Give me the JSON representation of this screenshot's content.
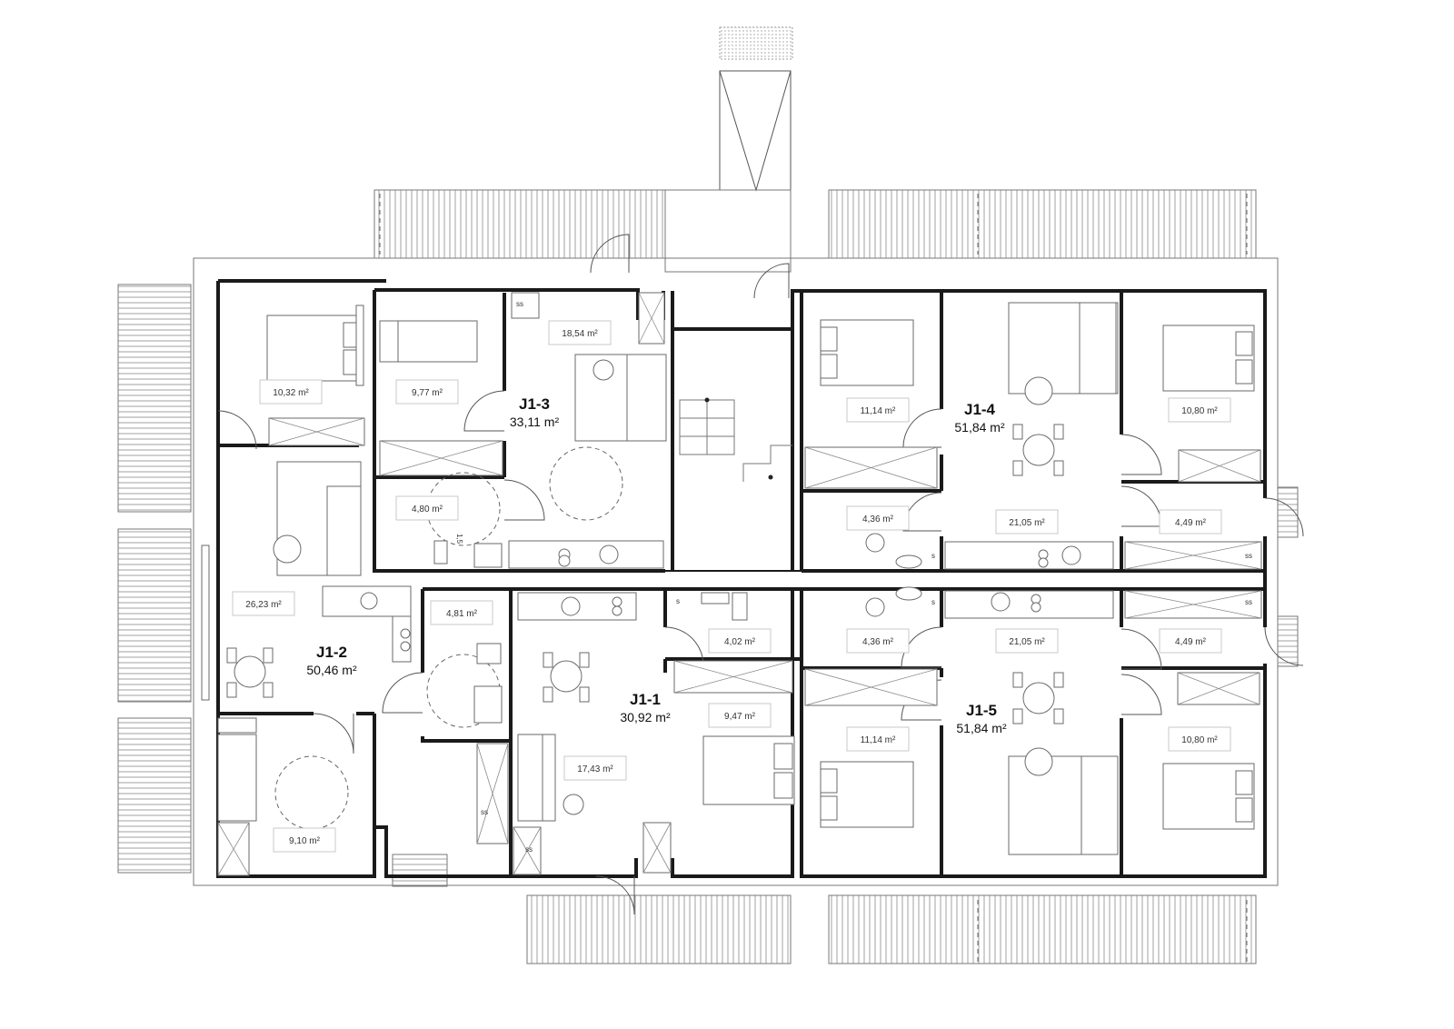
{
  "units": [
    {
      "id": "J1-1",
      "area": "30,92 m²"
    },
    {
      "id": "J1-2",
      "area": "50,46 m²"
    },
    {
      "id": "J1-3",
      "area": "33,11 m²"
    },
    {
      "id": "J1-4",
      "area": "51,84 m²"
    },
    {
      "id": "J1-5",
      "area": "51,84 m²"
    }
  ],
  "rooms": [
    "10,32 m²",
    "9,77 m²",
    "18,54 m²",
    "11,14 m²",
    "10,80 m²",
    "4,80 m²",
    "4,36 m²",
    "21,05 m²",
    "4,49 m²",
    "26,23 m²",
    "4,81 m²",
    "4,02 m²",
    "4,36 m²",
    "21,05 m²",
    "4,49 m²",
    "9,47 m²",
    "11,14 m²",
    "10,80 m²",
    "17,43 m²",
    "9,10 m²"
  ],
  "labels": {
    "ss": "ss",
    "s": "s",
    "dim": "1,5"
  }
}
